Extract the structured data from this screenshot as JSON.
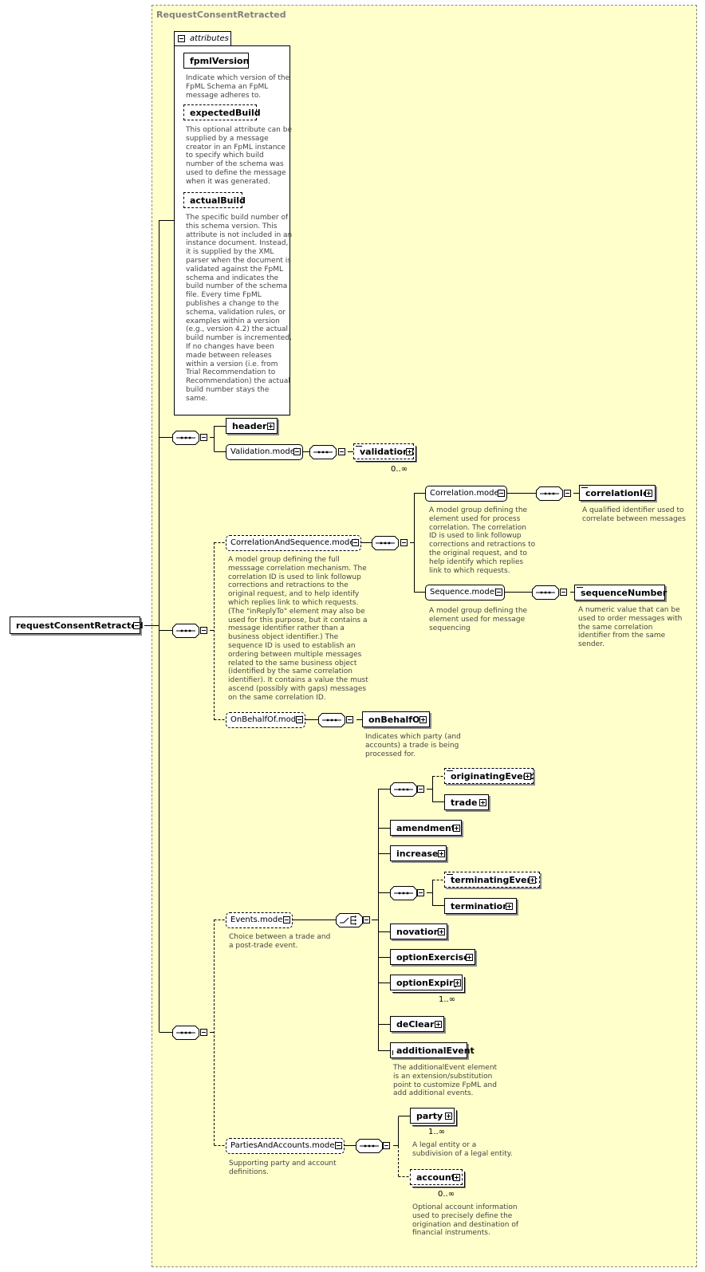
{
  "diagram": {
    "frame_title": "RequestConsentRetracted",
    "root": "requestConsentRetracted",
    "attributes": {
      "tab_label": "attributes",
      "items": [
        {
          "name": "fpmlVersion",
          "desc": "Indicate which version of the\nFpML Schema an FpML\nmessage adheres to."
        },
        {
          "name": "expectedBuild",
          "desc": "This optional attribute can be\nsupplied by a message\ncreator in an FpML instance\nto specify which build\nnumber of the schema was\nused to define the message\nwhen it was generated."
        },
        {
          "name": "actualBuild",
          "desc": "The specific build number of\nthis schema version. This\nattribute is not included in an\ninstance document. Instead,\nit is supplied by the XML\nparser when the document is\nvalidated against the FpML\nschema and indicates the\nbuild number of the schema\nfile. Every time FpML\npublishes a change to the\nschema, validation rules, or\nexamples within a version\n(e.g., version 4.2) the actual\nbuild number is incremented.\nIf no changes have been\nmade between releases\nwithin a version (i.e. from\nTrial Recommendation to\nRecommendation) the actual\nbuild number stays the\nsame."
        }
      ]
    },
    "header": "header",
    "validation_model": "Validation.model",
    "validation": "validation",
    "validation_occ": "0..∞",
    "correlation_and_sequence_model": "CorrelationAndSequence.model",
    "correlation_and_sequence_desc": "A model group defining the full\nmesssage correlation mechanism. The\ncorrelation ID is used to link followup\ncorrections and retractions to the\noriginal request, and to help identify\nwhich replies link to which requests.\n(The \"inReplyTo\" element may also be\nused for this purpose, but it contains a\nmessage identifier rather than a\nbusiness object identifier.) The\nsequence ID is used to establish an\nordering between multiple messages\nrelated to the same business object\n(identified by the same correlation\nidentifier). It contains a value the must\nascend (possibly with gaps) messages\non the same correlation ID.",
    "correlation_model": "Correlation.model",
    "correlation_model_desc": "A model group defining the\nelement used for process\ncorrelation. The correlation\nID is used to link followup\ncorrections and retractions to\nthe original request, and to\nhelp identify which replies\nlink to which requests.",
    "correlation_id": "correlationId",
    "correlation_id_desc": "A qualified identifier used to\ncorrelate between messages",
    "sequence_model": "Sequence.model",
    "sequence_model_desc": "A model group defining the\nelement used for message\nsequencing",
    "sequence_number": "sequenceNumber",
    "sequence_number_desc": "A numeric value that can be\nused to order messages with\nthe same correlation\nidentifier from the same\nsender.",
    "on_behalf_of_model": "OnBehalfOf.model",
    "on_behalf_of": "onBehalfOf",
    "on_behalf_of_desc": "Indicates which party (and\naccounts) a trade is being\nprocessed for.",
    "events_model": "Events.model",
    "events_model_desc": "Choice between a trade and\na post-trade event.",
    "originating_event": "originatingEvent",
    "trade": "trade",
    "amendment": "amendment",
    "increase": "increase",
    "terminating_event": "terminatingEvent",
    "termination": "termination",
    "novation": "novation",
    "option_exercise": "optionExercise",
    "option_expiry": "optionExpiry",
    "option_expiry_occ": "1..∞",
    "de_clear": "deClear",
    "additional_event": "additionalEvent",
    "additional_event_desc": "The additionalEvent element\nis an extension/substitution\npoint to customize FpML and\nadd additional events.",
    "parties_and_accounts_model": "PartiesAndAccounts.model",
    "parties_and_accounts_desc": "Supporting party and account\ndefinitions.",
    "party": "party",
    "party_occ": "1..∞",
    "party_desc": "A legal entity or a\nsubdivision of a legal entity.",
    "account": "account",
    "account_occ": "0..∞",
    "account_desc": "Optional account information\nused to precisely define the\norigination and destination of\nfinancial instruments."
  }
}
